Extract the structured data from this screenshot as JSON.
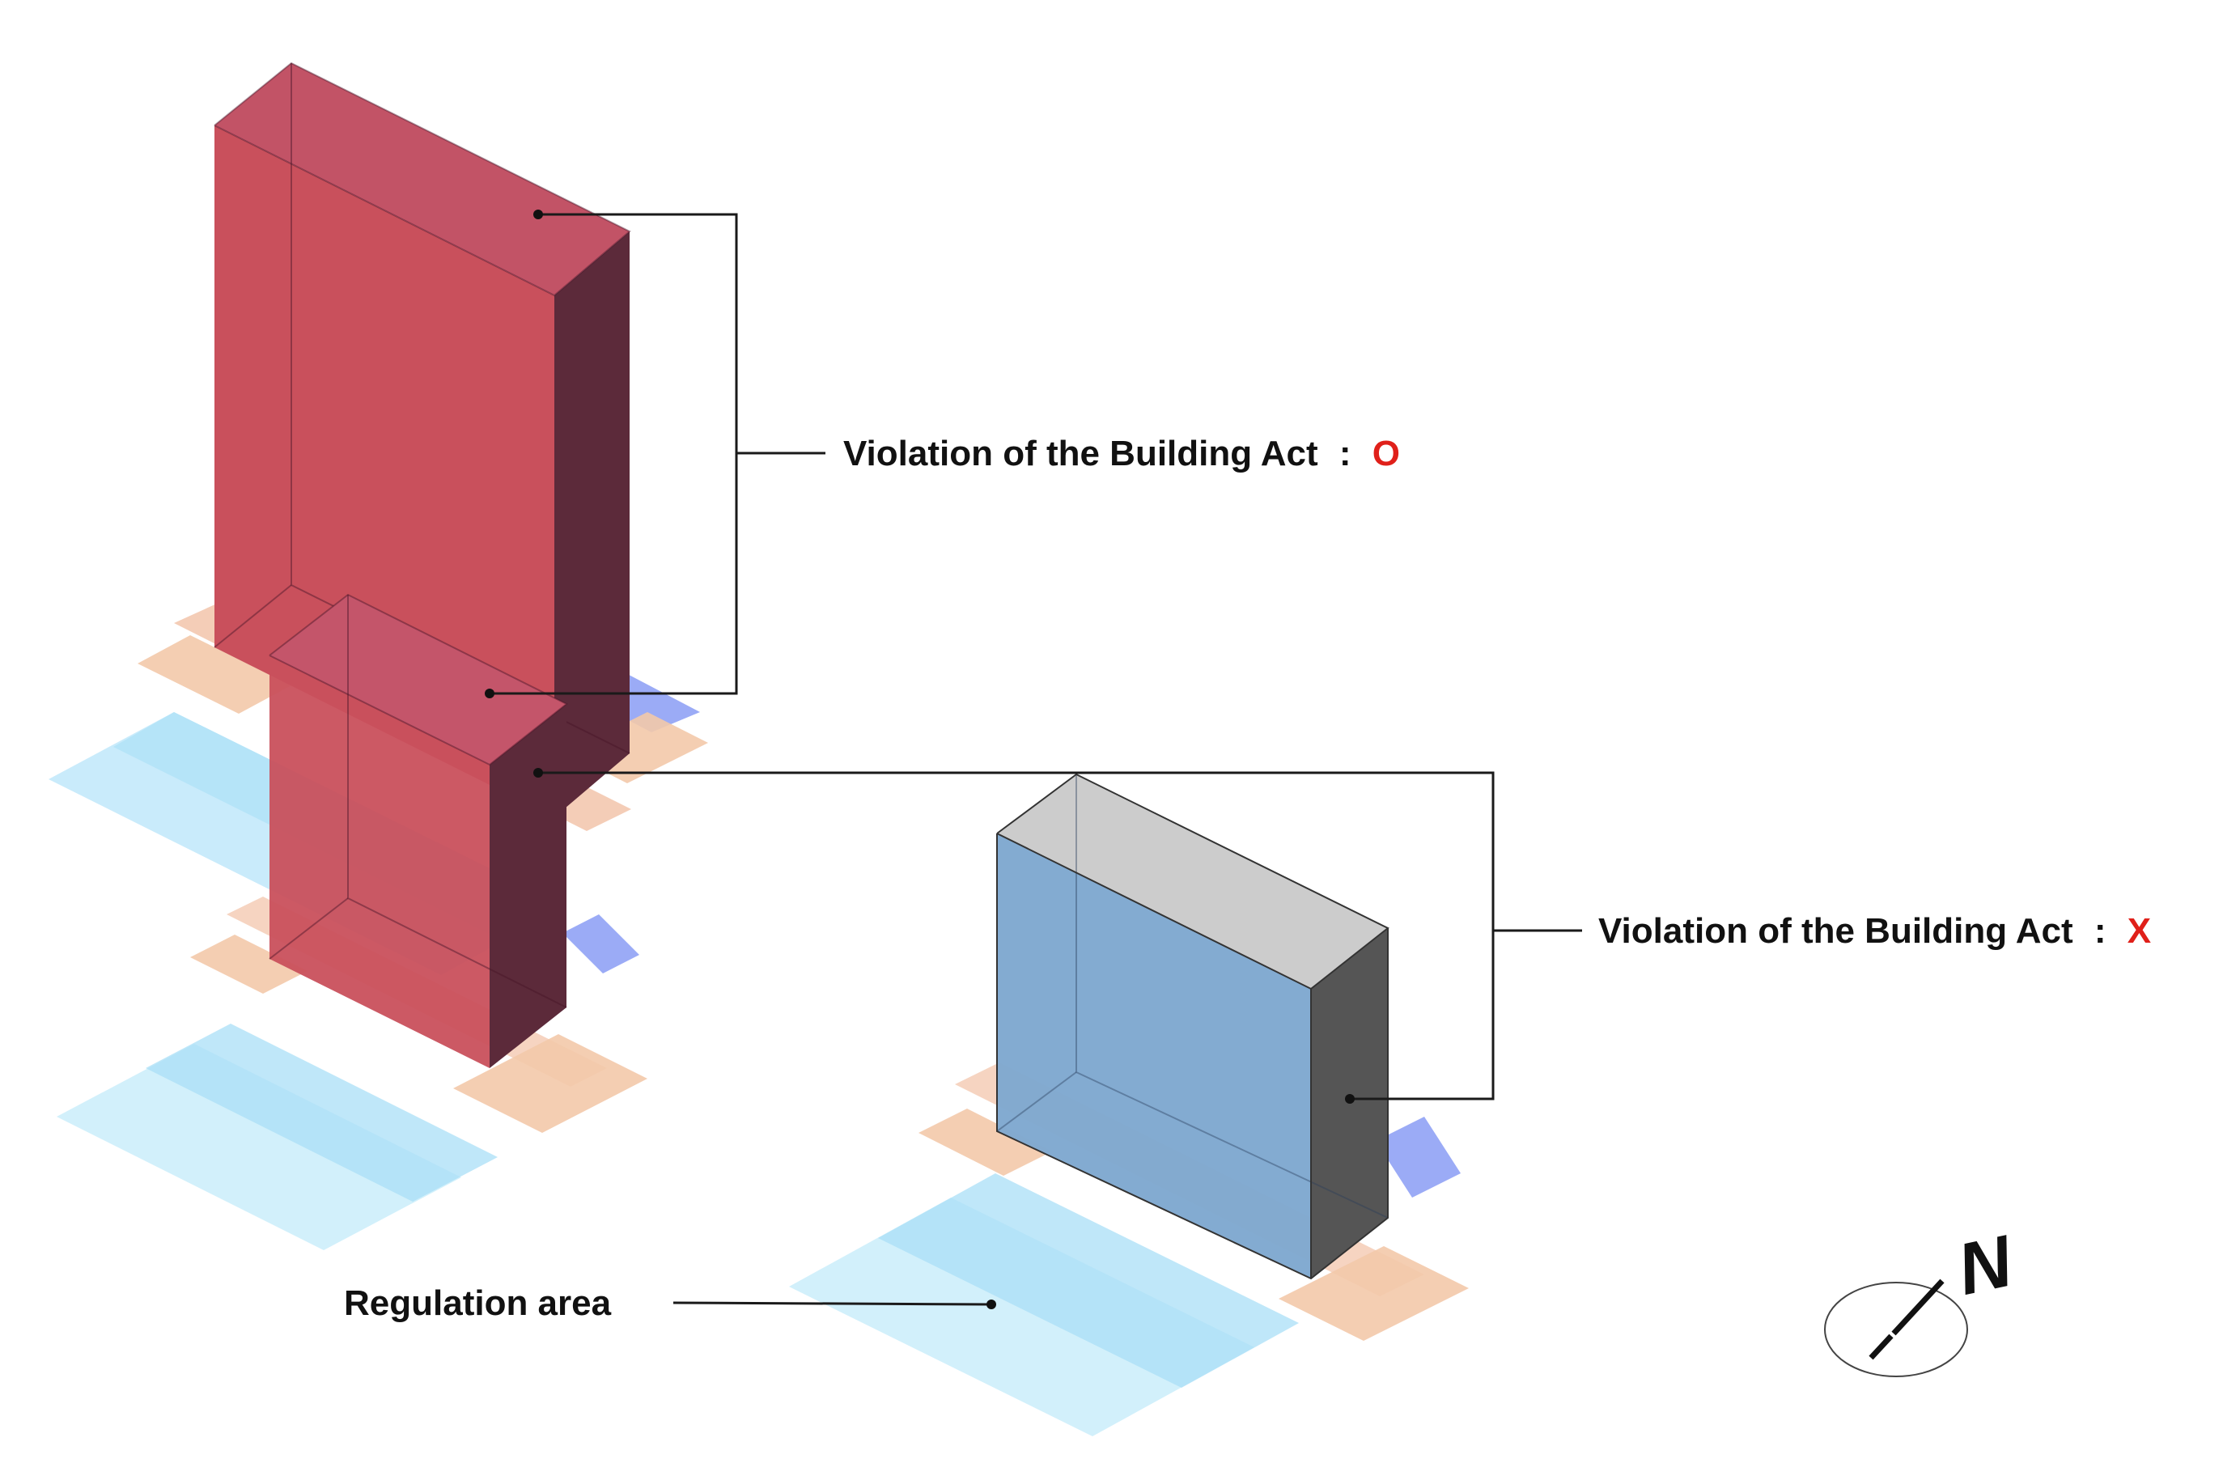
{
  "labels": {
    "violation_prefix_1": "Violation of the Building Act",
    "violation_colon_1": ":",
    "violation_value_1": "O",
    "violation_prefix_2": "Violation of the Building Act",
    "violation_colon_2": ":",
    "violation_value_2": "X",
    "regulation": "Regulation area",
    "north": "N"
  },
  "colors": {
    "violating_building": "#c9505c",
    "violating_building_side": "#5c2a3a",
    "compliant_building": "#7fa8cf",
    "compliant_building_side": "#555555",
    "compliant_building_top": "#cccccc",
    "regulation_area": "#bfe8fa",
    "setback_orange": "#f3c9aa",
    "setback_blue": "#8a9cf5",
    "violation_value": "#e0201a"
  }
}
